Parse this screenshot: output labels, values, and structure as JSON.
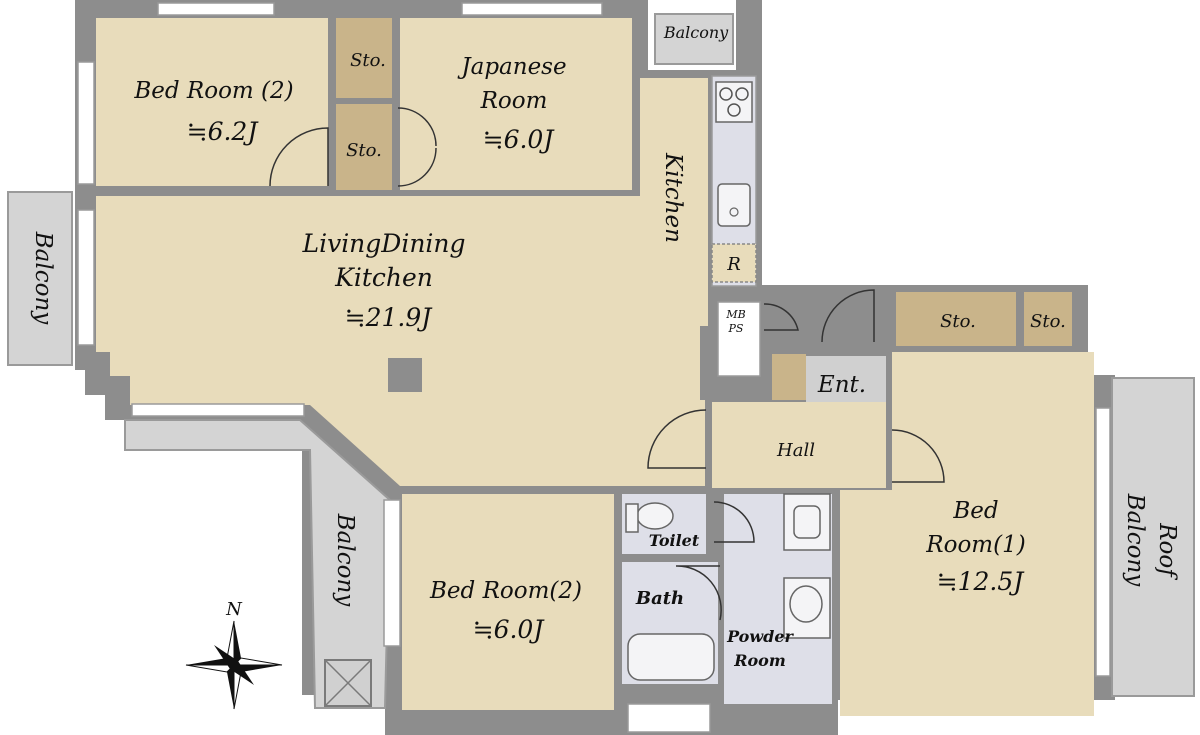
{
  "rooms": {
    "bedroom2_top": {
      "name": "Bed Room (2)",
      "area": "≒6.2J"
    },
    "storage_a": {
      "name": "Sto."
    },
    "storage_b": {
      "name": "Sto."
    },
    "japanese": {
      "name_line1": "Japanese",
      "name_line2": "Room",
      "area": "≒6.0J"
    },
    "balcony_top": {
      "name": "Balcony"
    },
    "kitchen": {
      "name": "Kitchen"
    },
    "fridge": {
      "name": "R"
    },
    "ldk": {
      "name_line1": "LivingDining",
      "name_line2": "Kitchen",
      "area": "≒21.9J"
    },
    "balcony_left": {
      "name": "Balcony"
    },
    "mbps": {
      "line1": "MB",
      "line2": "PS"
    },
    "storage_c": {
      "name": "Sto."
    },
    "storage_d": {
      "name": "Sto."
    },
    "entrance": {
      "name": "Ent."
    },
    "hall": {
      "name": "Hall"
    },
    "toilet": {
      "name": "Toilet"
    },
    "bath": {
      "name": "Bath"
    },
    "powder": {
      "name_line1": "Powder",
      "name_line2": "Room"
    },
    "bedroom2_bottom": {
      "name": "Bed Room(2)",
      "area": "≒6.0J"
    },
    "bedroom1": {
      "name_line1": "Bed",
      "name_line2": "Room(1)",
      "area": "≒12.5J"
    },
    "balcony_bottom": {
      "name": "Balcony"
    },
    "roof_balcony": {
      "line1": "Roof",
      "line2": "Balcony"
    }
  },
  "compass": {
    "label": "N"
  },
  "colors": {
    "room": "#e8dcbb",
    "storage": "#c9b48a",
    "wall": "#8d8d8d",
    "balcony": "#d4d4d4",
    "wet": "#dedfe8",
    "fixture": "#f4f4f6"
  }
}
